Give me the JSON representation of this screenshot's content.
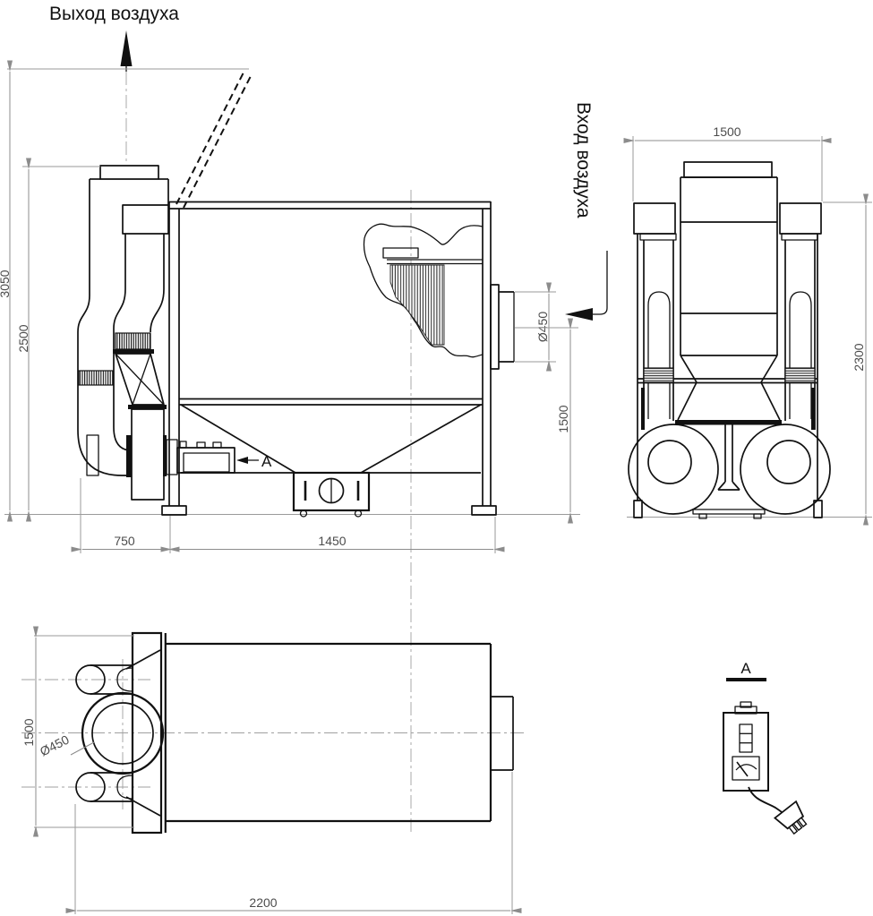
{
  "labels": {
    "air_outlet": "Выход воздуха",
    "air_inlet": "Вход воздуха",
    "detail_ref": "A",
    "detail_title": "A"
  },
  "dimensions": {
    "front": {
      "overall_height": "3050",
      "stack_height": "2500",
      "fan_width": "750",
      "body_width": "1450",
      "inlet_diameter": "Ø450",
      "inlet_height": "1500"
    },
    "rear": {
      "overall_width": "1500",
      "frame_height": "2300"
    },
    "plan": {
      "depth": "1500",
      "length": "2200",
      "outlet_diameter": "Ø450"
    }
  },
  "colors": {
    "line": "#111111",
    "dimension": "#8c8c8c",
    "dimension_text": "#4c4c4c",
    "background": "#ffffff"
  }
}
